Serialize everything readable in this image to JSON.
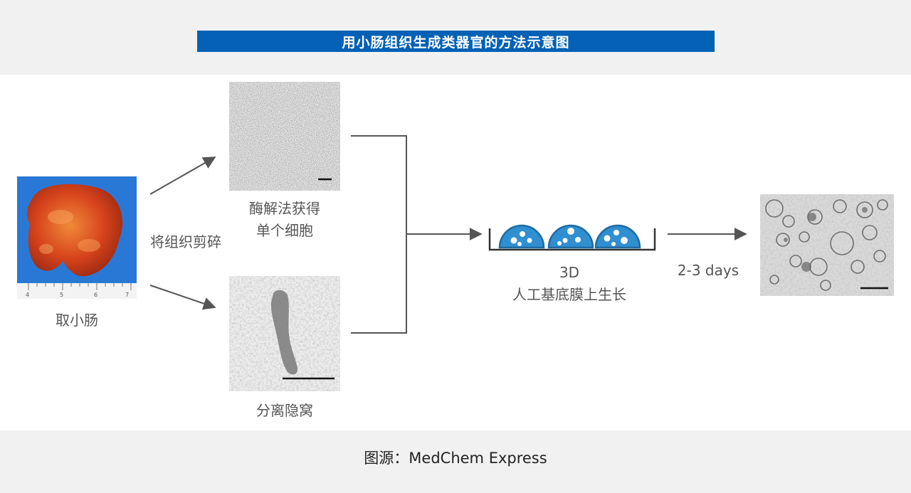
{
  "title": "用小肠组织生成类器官的方法示意图",
  "steps": {
    "intestine": "取小肠",
    "mince": "将组织剪碎",
    "enzymatic": "酶解法获得\n单个细胞",
    "crypts": "分离隐窝",
    "culture_3d": "3D\n人工基底膜上生长",
    "duration": "2-3 days"
  },
  "ruler_numbers": [
    "4",
    "5",
    "6",
    "7"
  ],
  "footer": "图源：MedChem Express",
  "colors": {
    "title_bg": "#0561b5",
    "dome_blue": "#2f8fd0",
    "tissue_bg": "#2a78d6",
    "arrow": "#555555"
  }
}
